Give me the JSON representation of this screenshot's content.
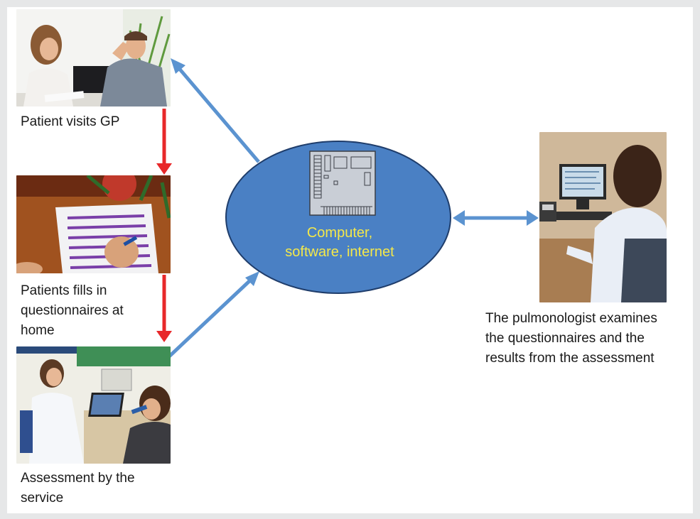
{
  "diagram": {
    "steps": [
      {
        "caption": [
          "Patient visits GP"
        ]
      },
      {
        "caption": [
          "Patients fills in",
          "questionnaires at",
          "home"
        ]
      },
      {
        "caption": [
          "Assessment by the",
          "service"
        ]
      }
    ],
    "hub": {
      "label": [
        "Computer,",
        "software, internet"
      ],
      "icon": "circuit-board-icon"
    },
    "specialist": {
      "caption": [
        "The pulmonologist examines",
        "the questionnaires and the",
        "results from the assessment"
      ]
    },
    "colors": {
      "hub_fill": "#4a80c4",
      "hub_stroke": "#1f3d6b",
      "hub_text": "#f4e84a",
      "flow_arrow": "#e8282a",
      "link_arrow": "#5b93d0"
    }
  }
}
